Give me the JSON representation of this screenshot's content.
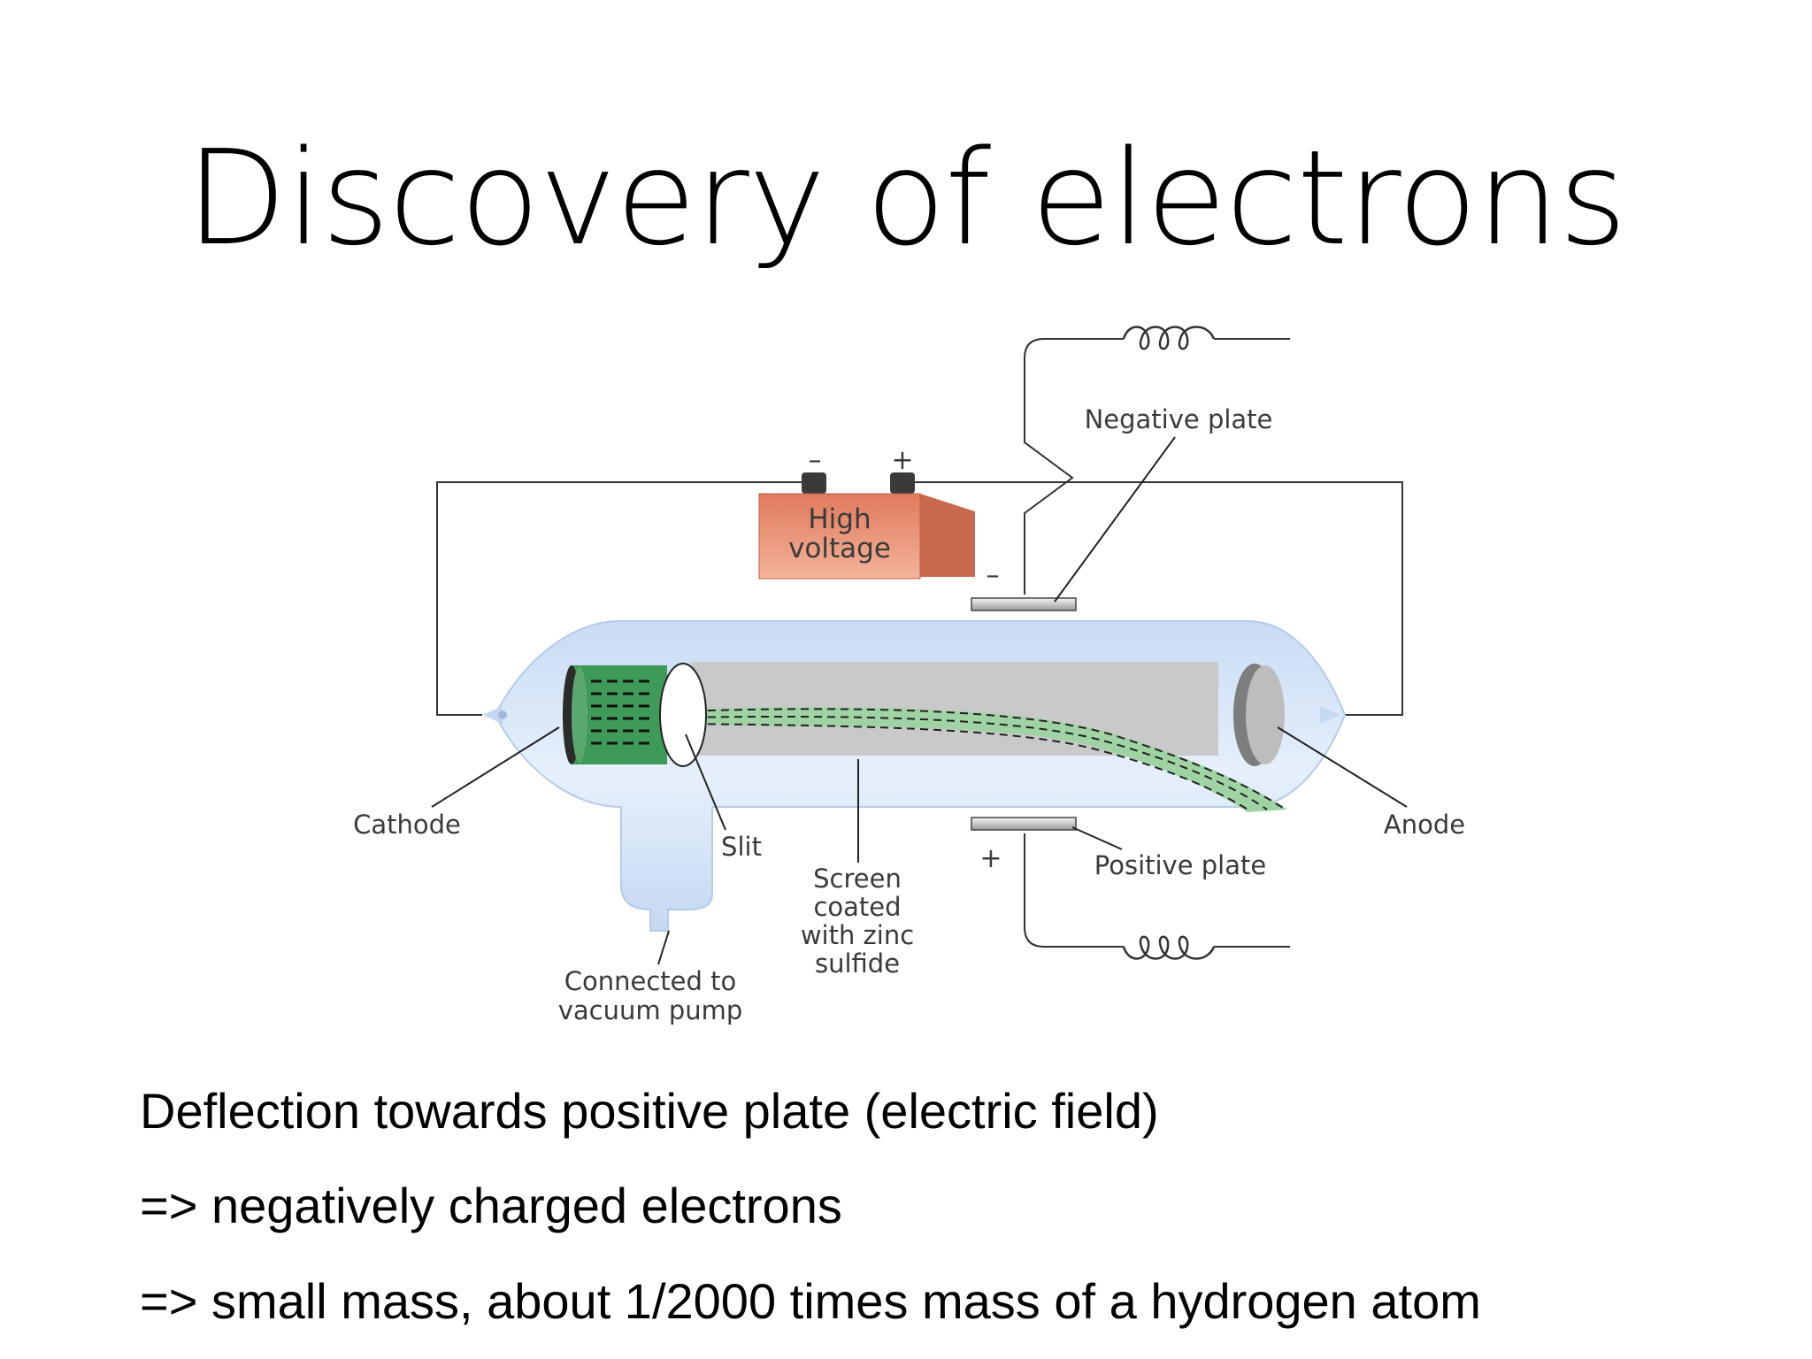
{
  "slide": {
    "title": "Discovery of electrons",
    "bullets": [
      "Deflection towards positive plate (electric field)",
      "=> negatively charged electrons",
      "=> small mass, about 1/2000 times mass of a hydrogen atom"
    ]
  },
  "diagram": {
    "battery": {
      "label_line1": "High",
      "label_line2": "voltage",
      "minus_sign": "–",
      "plus_sign": "+"
    },
    "negative_plate": {
      "label": "Negative plate",
      "sign": "–"
    },
    "positive_plate": {
      "label": "Positive plate",
      "sign": "+"
    },
    "cathode": {
      "label": "Cathode"
    },
    "anode": {
      "label": "Anode"
    },
    "slit": {
      "label": "Slit"
    },
    "screen": {
      "line1": "Screen",
      "line2": "coated",
      "line3": "with zinc",
      "line4": "sulfide"
    },
    "pump": {
      "line1": "Connected to",
      "line2": "vacuum pump"
    },
    "colors": {
      "tube_glass": "#d6e6f8",
      "screen": "#c8c8c8",
      "beam": "#9fd3a3",
      "cathode_green": "#3e9a58",
      "battery": "#e88a6c",
      "wire": "#333333"
    }
  }
}
